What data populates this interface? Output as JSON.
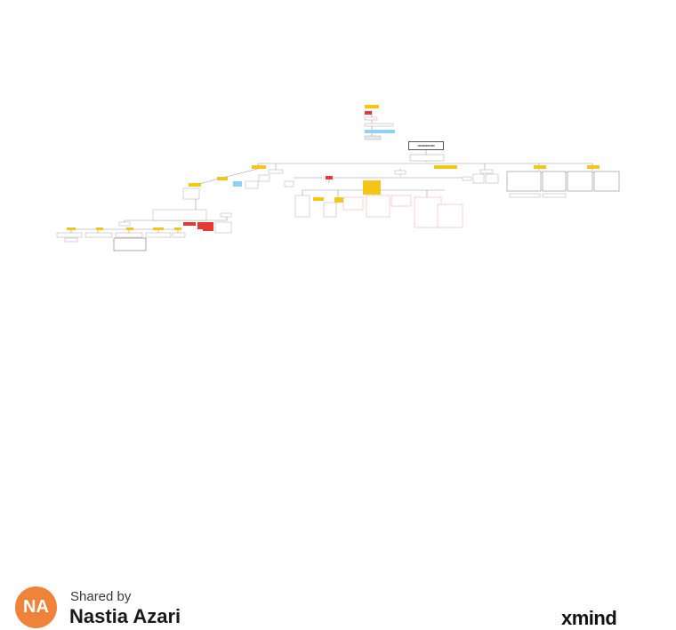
{
  "mind_map": {
    "root_title": "НОЗОЛОГИИ",
    "colors": {
      "highlight": "#f5c518",
      "alert": "#e53935",
      "info": "#8fd3f4",
      "line": "#9a9a9a",
      "node_border": "#7a7a7a",
      "pink_border": "#f2a7a0"
    }
  },
  "footer": {
    "shared_label": "Shared by",
    "avatar_initials": "NA",
    "avatar_color": "#f0833a",
    "author_name": "Nastia Azari",
    "brand": "xmind"
  }
}
